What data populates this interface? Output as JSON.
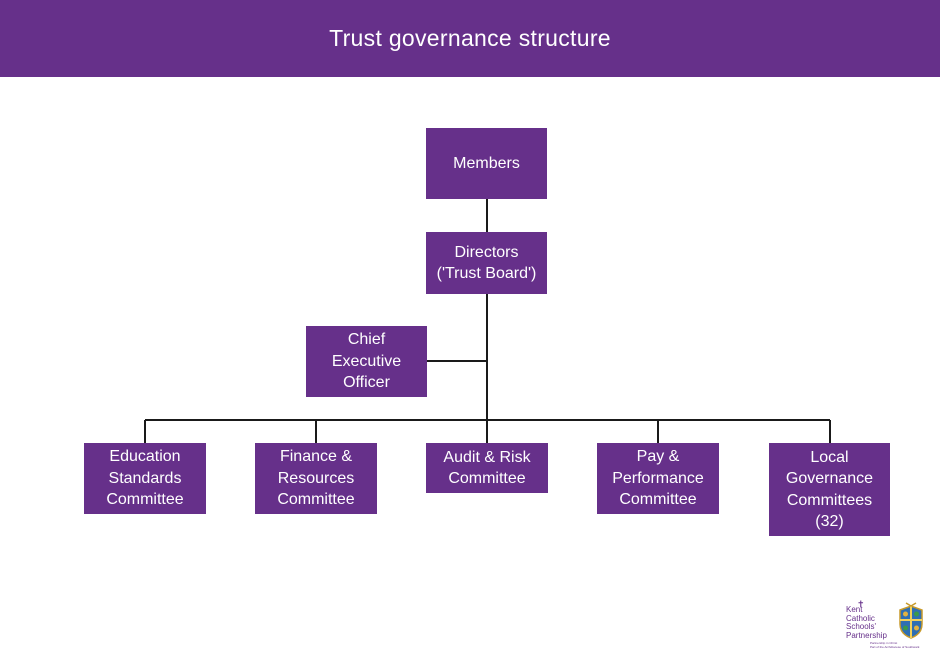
{
  "title": "Trust governance structure",
  "nodes": {
    "members": "Members",
    "directors": "Directors\n('Trust Board')",
    "ceo": "Chief\nExecutive\nOfficer",
    "education": "Education\nStandards\nCommittee",
    "finance": "Finance &\nResources\nCommittee",
    "audit": "Audit & Risk\nCommittee",
    "pay": "Pay &\nPerformance\nCommittee",
    "local": "Local\nGovernance\nCommittees\n(32)"
  },
  "logo": {
    "text": "Kent\nCatholic\nSchools'\nPartnership",
    "tagline": "Partnership in Christ\nPart of the Archdiocese of Southwark"
  },
  "colors": {
    "brand_purple": "#66308a",
    "connector": "#1a1a1a",
    "background": "#ffffff"
  }
}
